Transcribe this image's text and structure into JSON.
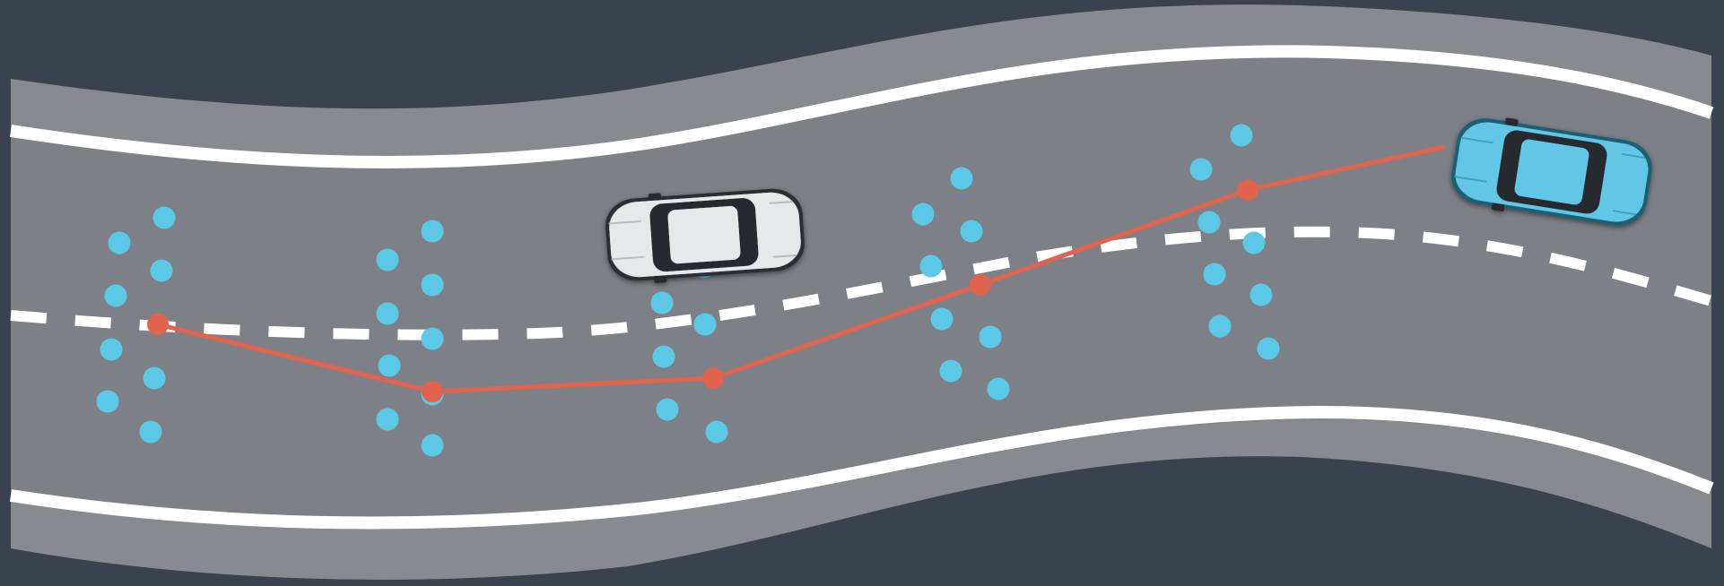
{
  "colors": {
    "background": "#39424e",
    "shoulder": "#878a91",
    "asphalt": "#7d8087",
    "edge_line": "#ffffff",
    "center_dash": "#ffffff",
    "waypoint_dot": "#5bc8e6",
    "trajectory": "#e0634e",
    "ego_car": "#62c6e6",
    "other_car": "#e7e8ea"
  },
  "scene": {
    "description_icons": [
      "road",
      "other-vehicle",
      "ego-vehicle",
      "candidate-waypoints",
      "planned-trajectory"
    ],
    "waypoint_columns": 6,
    "dots_per_column": 8,
    "trajectory_points": 6
  }
}
